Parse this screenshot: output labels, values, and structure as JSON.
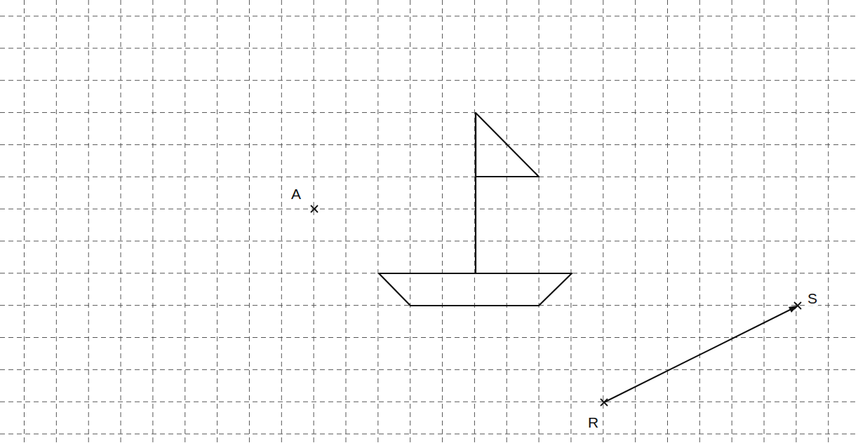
{
  "diagram": {
    "labels": [
      "A",
      "R",
      "S"
    ]
  }
}
